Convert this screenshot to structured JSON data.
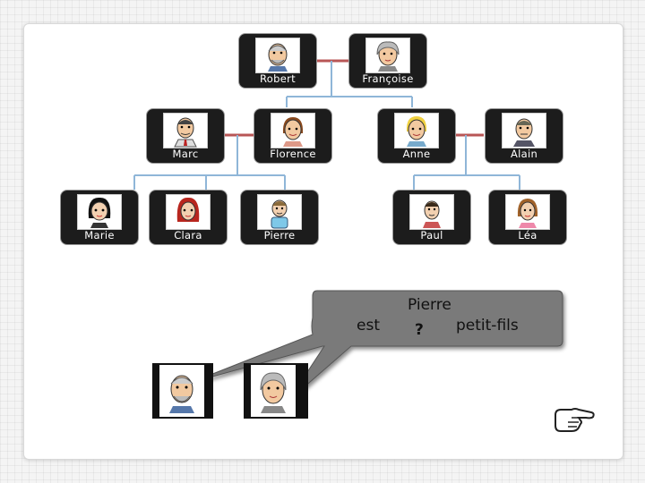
{
  "family": {
    "grandparents": [
      {
        "name": "Robert",
        "portrait": "old-man-portrait"
      },
      {
        "name": "Françoise",
        "portrait": "old-woman-portrait"
      }
    ],
    "parents": [
      {
        "name": "Marc",
        "portrait": "man-tie-portrait"
      },
      {
        "name": "Florence",
        "portrait": "woman-portrait"
      },
      {
        "name": "Anne",
        "portrait": "blonde-woman-portrait"
      },
      {
        "name": "Alain",
        "portrait": "man-portrait"
      }
    ],
    "children": [
      {
        "name": "Marie",
        "portrait": "girl-dark-hair-portrait"
      },
      {
        "name": "Clara",
        "portrait": "girl-red-hair-portrait"
      },
      {
        "name": "Pierre",
        "portrait": "boy-portrait"
      },
      {
        "name": "Paul",
        "portrait": "boy-portrait"
      },
      {
        "name": "Léa",
        "portrait": "girl-portrait"
      }
    ]
  },
  "question": {
    "subject": "Pierre",
    "verb": "est",
    "blank": "?",
    "relation": "petit-fils"
  },
  "answer_portraits": [
    "old-man-portrait",
    "old-woman-portrait"
  ],
  "icons": {
    "next": "pointing-hand-icon"
  },
  "colors": {
    "link_red": "#b85656",
    "link_blue": "#8fb6d8",
    "card_bg": "#1c1c1c",
    "bubble": "#7a7a7a"
  }
}
